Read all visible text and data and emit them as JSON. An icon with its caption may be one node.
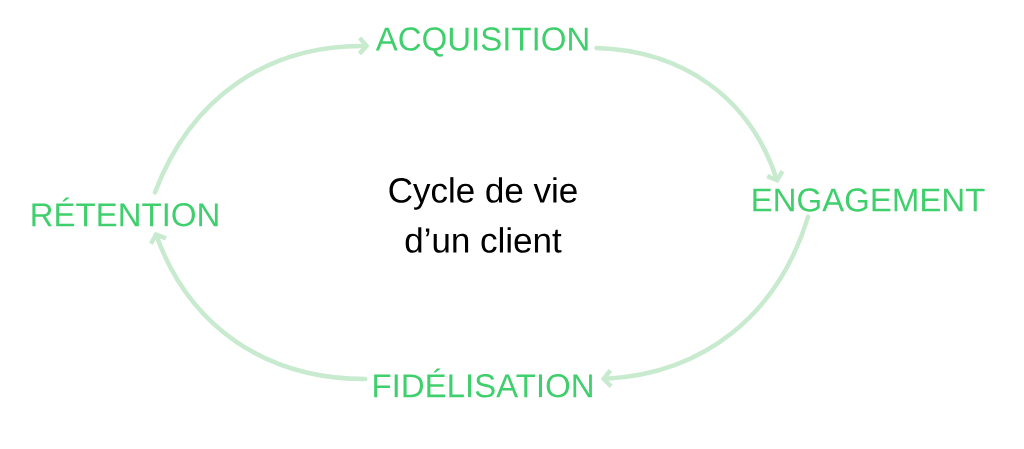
{
  "diagram": {
    "title": "Cycle de vie d’un client",
    "nodes": [
      {
        "text": [
          "ACQUISITION"
        ]
      },
      {
        "text": [
          "ENGAGEMENT"
        ]
      },
      {
        "text": [
          "FIDÉLISATION"
        ]
      },
      {
        "text": [
          "RÉTENTION"
        ]
      }
    ],
    "edges": [
      {
        "from": 0,
        "to": 1,
        "arrow": "to"
      },
      {
        "from": 1,
        "to": 2,
        "arrow": "to"
      },
      {
        "from": 2,
        "to": 3,
        "arrow": "to"
      },
      {
        "from": 3,
        "to": 0,
        "arrow": "to"
      }
    ]
  }
}
